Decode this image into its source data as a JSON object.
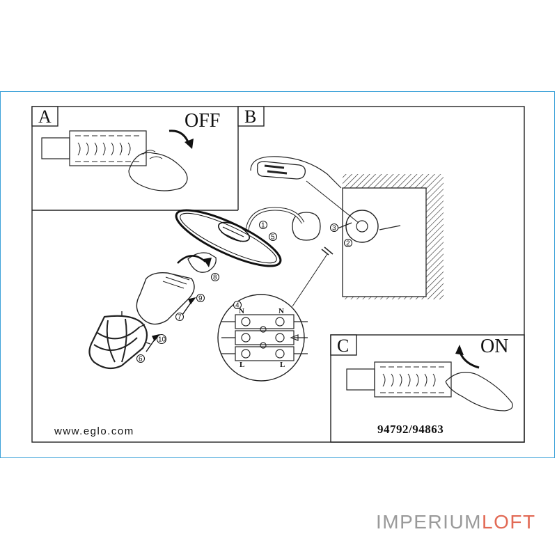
{
  "panels": {
    "a_label": "A",
    "b_label": "B",
    "c_label": "C"
  },
  "switch_states": {
    "off": "OFF",
    "on": "ON"
  },
  "step_numbers": [
    "1",
    "2",
    "3",
    "4",
    "5",
    "6",
    "7",
    "8",
    "9",
    "10"
  ],
  "terminal_labels": {
    "neutral": "N",
    "live": "L"
  },
  "footer": {
    "website": "www.eglo.com",
    "model_numbers": "94792/94863"
  },
  "watermark": {
    "part1": "IMPERIUM",
    "part2": "LOFT"
  },
  "colors": {
    "frame_border": "#3aa0d8",
    "watermark_gray": "#9a9a9a",
    "watermark_accent": "#e26a55"
  }
}
